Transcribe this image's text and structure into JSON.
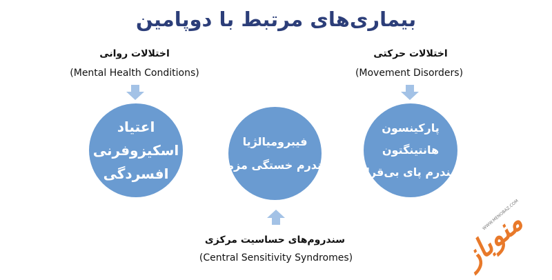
{
  "title": "بیماری‌های مرتبط با دوپامین",
  "left": {
    "heading": "اختلالات روانی",
    "subheading": "(Mental Health Conditions)",
    "items": [
      "اعتیاد",
      "اسکیزوفرنی",
      "افسردگی"
    ]
  },
  "middle": {
    "heading": "سندروم‌های حساسیت مرکزی",
    "subheading": "(Central Sensitivity Syndromes)",
    "items": [
      "فیبرومیالژیا",
      "سندرم خستگی مزمن"
    ]
  },
  "right": {
    "heading": "اختلالات حرکتی",
    "subheading": "(Movement Disorders)",
    "items": [
      "پارکینسون",
      "هانتینگتون",
      "سندرم پای بی‌قرار"
    ]
  },
  "logo": {
    "text": "منوباز",
    "url": "WWW.MENOBAZ.COM"
  },
  "colors": {
    "circle": "#6a9bd1",
    "arrow": "#a3c2e6",
    "title": "#2c3e79",
    "logo": "#e8792a"
  }
}
